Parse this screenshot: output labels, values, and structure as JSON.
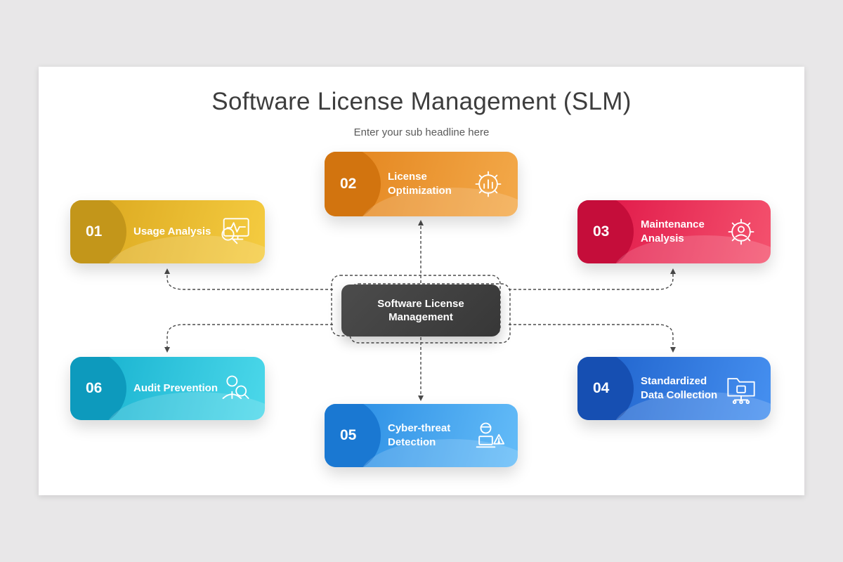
{
  "title": "Software License Management (SLM)",
  "subtitle": "Enter your sub headline here",
  "center_label": "Software License Management",
  "connector_color": "#4a4a4a",
  "center_colors": {
    "from": "#4c4c4c",
    "to": "#373737"
  },
  "cards": [
    {
      "number": "01",
      "title": "Usage Analysis",
      "icon": "monitor-pulse-search-icon",
      "colors": {
        "from": "#d9a51c",
        "to": "#f5cc41",
        "badge": "#c3961a"
      }
    },
    {
      "number": "02",
      "title": "License Optimization",
      "icon": "gear-chart-icon",
      "colors": {
        "from": "#e2821a",
        "to": "#f3a94a",
        "badge": "#d2740f"
      }
    },
    {
      "number": "03",
      "title": "Maintenance Analysis",
      "icon": "gear-user-icon",
      "colors": {
        "from": "#de1245",
        "to": "#f4526e",
        "badge": "#c50d3a"
      }
    },
    {
      "number": "04",
      "title": "Standardized Data Collection",
      "icon": "folder-network-icon",
      "colors": {
        "from": "#1c5fc9",
        "to": "#4690f0",
        "badge": "#164fb2"
      }
    },
    {
      "number": "05",
      "title": "Cyber-threat Detection",
      "icon": "hacker-laptop-warning-icon",
      "colors": {
        "from": "#2589e2",
        "to": "#64bcf8",
        "badge": "#1a78d2"
      }
    },
    {
      "number": "06",
      "title": "Audit Prevention",
      "icon": "auditor-search-icon",
      "colors": {
        "from": "#12aecd",
        "to": "#4cd8ea",
        "badge": "#0d9abd"
      }
    }
  ]
}
